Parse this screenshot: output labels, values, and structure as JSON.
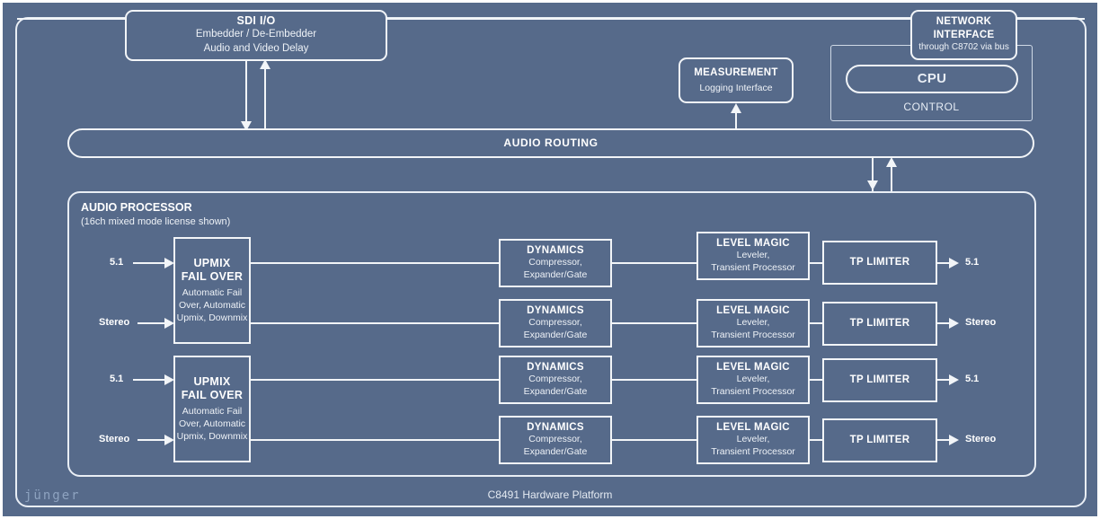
{
  "diagram": {
    "platform_caption": "C8491 Hardware Platform",
    "brand_logo": "jünger",
    "blocks": {
      "sdi": {
        "title": "SDI I/O",
        "line1": "Embedder / De-Embedder",
        "line2": "Audio and Video Delay"
      },
      "measurement": {
        "title": "MEASUREMENT",
        "subtitle": "Logging Interface"
      },
      "network_interface": {
        "title_line1": "NETWORK",
        "title_line2": "INTERFACE",
        "subtitle": "through C8702 via bus"
      },
      "cpu": {
        "title": "CPU"
      },
      "control": {
        "title": "CONTROL"
      },
      "audio_routing": {
        "title": "AUDIO ROUTING"
      },
      "audio_processor": {
        "title": "AUDIO PROCESSOR",
        "subtitle": "(16ch mixed mode license shown)"
      }
    },
    "upmix_blocks": [
      {
        "title_line1": "UPMIX",
        "title_line2": "FAIL OVER",
        "details": "Automatic Fail Over, Automatic Upmix, Downmix"
      },
      {
        "title_line1": "UPMIX",
        "title_line2": "FAIL OVER",
        "details": "Automatic Fail Over, Automatic Upmix, Downmix"
      }
    ],
    "chains": [
      {
        "input_label": "5.1",
        "dynamics": {
          "title": "DYNAMICS",
          "line1": "Compressor,",
          "line2": "Expander/Gate"
        },
        "level_magic": {
          "title": "LEVEL MAGIC",
          "line1": "Leveler,",
          "line2": "Transient Processor"
        },
        "limiter": {
          "title": "TP LIMITER"
        },
        "output_label": "5.1"
      },
      {
        "input_label": "Stereo",
        "dynamics": {
          "title": "DYNAMICS",
          "line1": "Compressor,",
          "line2": "Expander/Gate"
        },
        "level_magic": {
          "title": "LEVEL MAGIC",
          "line1": "Leveler,",
          "line2": "Transient Processor"
        },
        "limiter": {
          "title": "TP LIMITER"
        },
        "output_label": "Stereo"
      },
      {
        "input_label": "5.1",
        "dynamics": {
          "title": "DYNAMICS",
          "line1": "Compressor,",
          "line2": "Expander/Gate"
        },
        "level_magic": {
          "title": "LEVEL MAGIC",
          "line1": "Leveler,",
          "line2": "Transient Processor"
        },
        "limiter": {
          "title": "TP LIMITER"
        },
        "output_label": "5.1"
      },
      {
        "input_label": "Stereo",
        "dynamics": {
          "title": "DYNAMICS",
          "line1": "Compressor,",
          "line2": "Expander/Gate"
        },
        "level_magic": {
          "title": "LEVEL MAGIC",
          "line1": "Leveler,",
          "line2": "Transient Processor"
        },
        "limiter": {
          "title": "TP LIMITER"
        },
        "output_label": "Stereo"
      }
    ],
    "colors": {
      "background": "#566a8a",
      "stroke": "#f2f5f8",
      "text": "#ffffff",
      "logo": "#8ea3c0"
    }
  }
}
